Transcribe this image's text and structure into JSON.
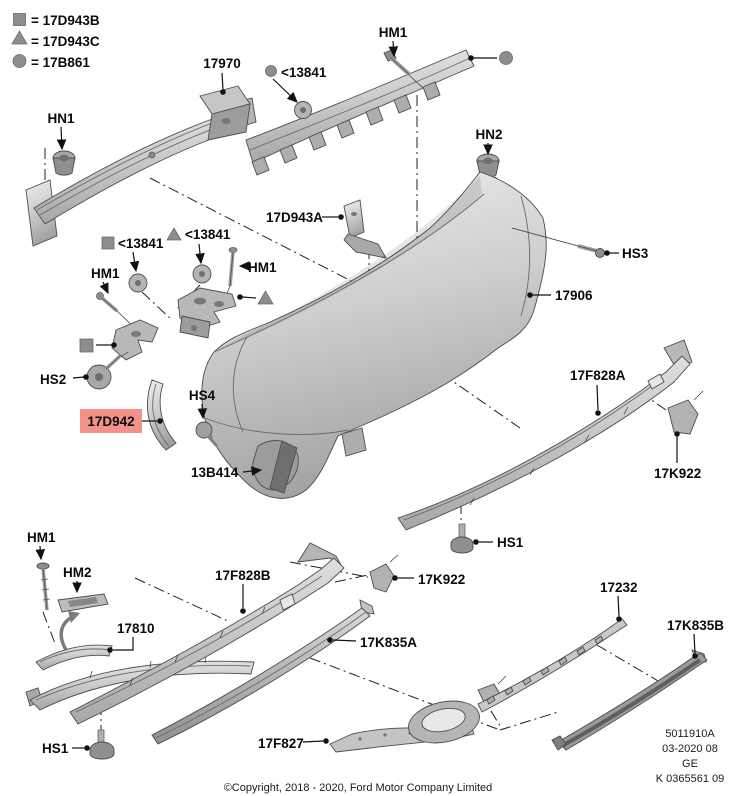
{
  "legend": {
    "square_label": "= 17D943B",
    "triangle_label": "= 17D943C",
    "circle_label": "= 17B861"
  },
  "labels": {
    "p17970": "17970",
    "hm1_top": "HM1",
    "c13841_circle": "<13841",
    "hn1": "HN1",
    "hn2": "HN2",
    "p17d943a": "17D943A",
    "c13841_square": "<13841",
    "c13841_triangle": "<13841",
    "hm1_mid_left": "HM1",
    "hm1_mid_right": "HM1",
    "hs3": "HS3",
    "p17906": "17906",
    "hs2": "HS2",
    "p17d942": "17D942",
    "hs4": "HS4",
    "p13b414": "13B414",
    "p17f828a": "17F828A",
    "p17k922_right": "17K922",
    "hs1_mid": "HS1",
    "hm1_bottom": "HM1",
    "hm2": "HM2",
    "p17810": "17810",
    "p17f828b": "17F828B",
    "p17k922_bottom": "17K922",
    "p17k835a": "17K835A",
    "hs1_bottom": "HS1",
    "p17f827": "17F827",
    "p17232": "17232",
    "p17k835b": "17K835B"
  },
  "footer": {
    "copyright": "©Copyright, 2018 - 2020, Ford Motor Company Limited"
  },
  "stamp": {
    "line1": "5011910A",
    "line2": "03-2020 08",
    "line3": "GE",
    "line4": "K 0365561 09"
  },
  "colors": {
    "highlight_bg": "#f2928b",
    "highlight_text": "#8c2b22",
    "line": "#111111",
    "part_light": "#e9e9e9",
    "part_mid": "#b3b3b3",
    "part_dark": "#7d7d7d"
  }
}
